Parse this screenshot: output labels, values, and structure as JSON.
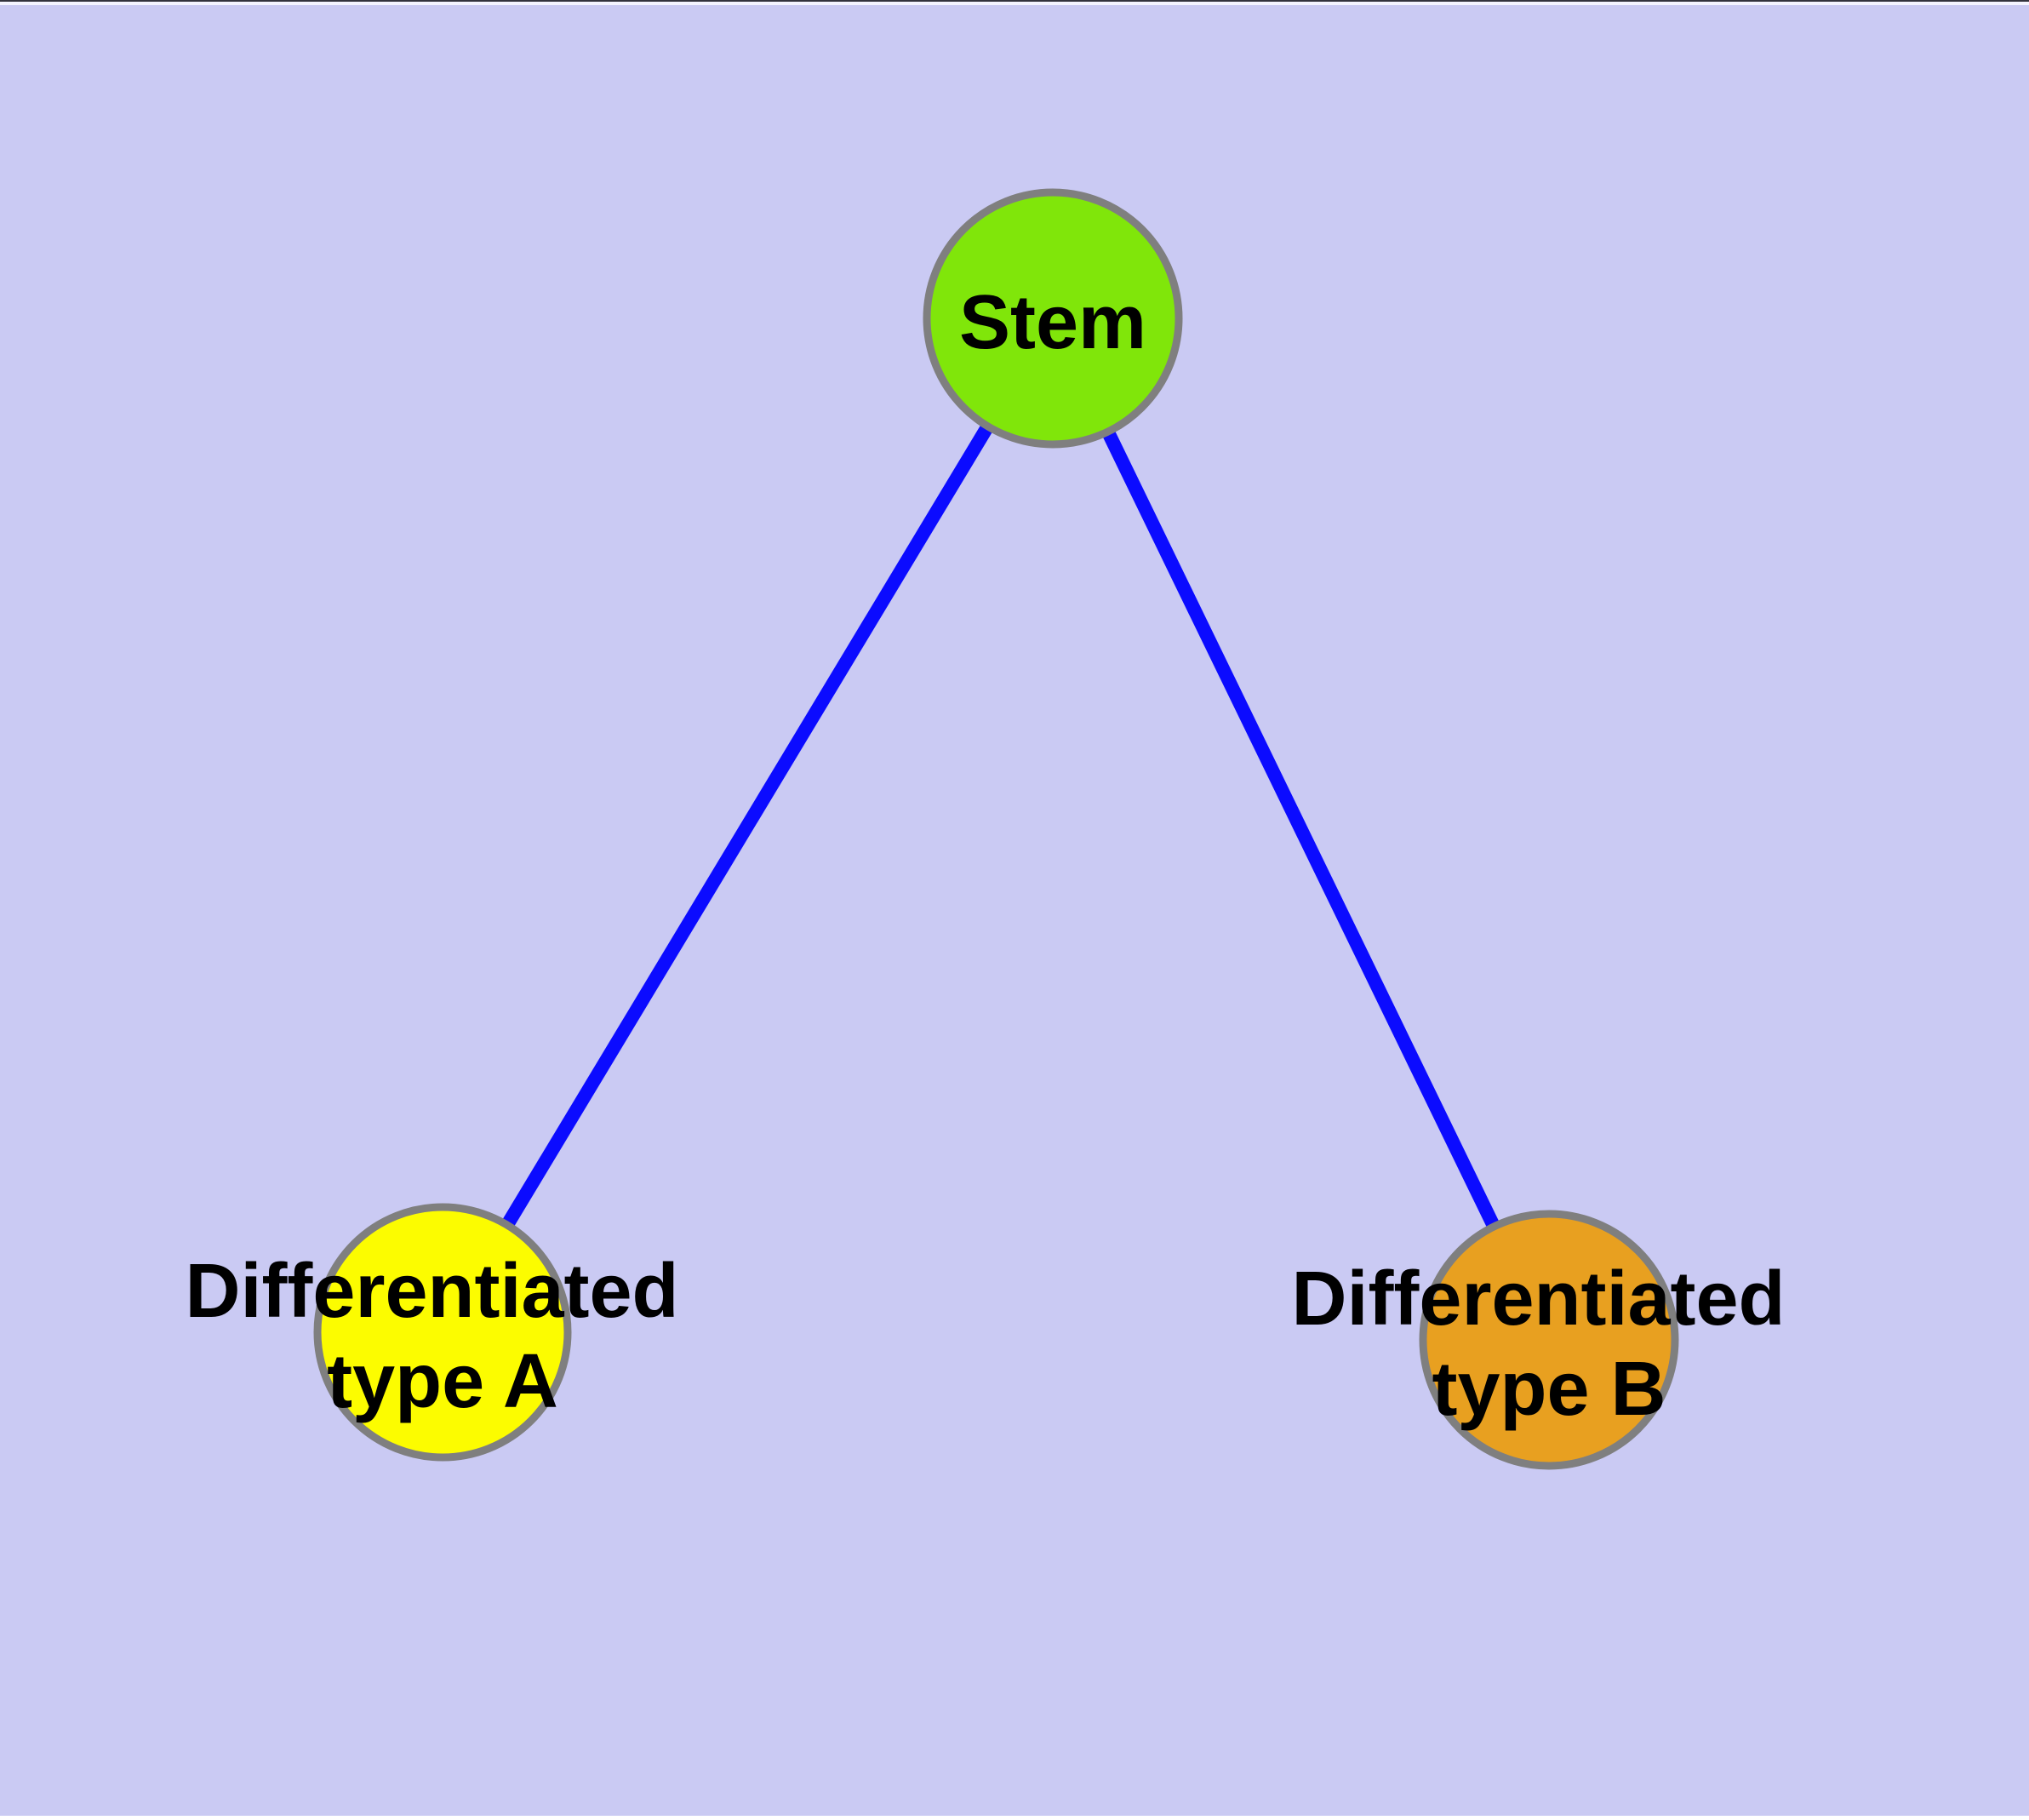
{
  "figure": {
    "background_color": "#CACAF3",
    "top_edge_dark_color": "#33333d",
    "top_edge_light_color": "#f4f4ff",
    "bottom_edge_light_color": "#ffffff"
  },
  "graph": {
    "nodes": [
      {
        "id": "stem",
        "label": "Stem",
        "fill": "#80E60A",
        "border": "#7f7f7f"
      },
      {
        "id": "type_a",
        "label": "Differentiated type A",
        "label_line1": "Differentiated",
        "label_line2": "type A",
        "fill": "#FCFC00",
        "border": "#7f7f7f"
      },
      {
        "id": "type_b",
        "label": "Differentiated type B",
        "label_line1": "Differentiated",
        "label_line2": "type B",
        "fill": "#E8A020",
        "border": "#7f7f7f"
      }
    ],
    "edges": [
      {
        "from": "stem",
        "to": "type_a",
        "color": "#0B0BFF"
      },
      {
        "from": "stem",
        "to": "type_b",
        "color": "#0B0BFF"
      }
    ]
  }
}
